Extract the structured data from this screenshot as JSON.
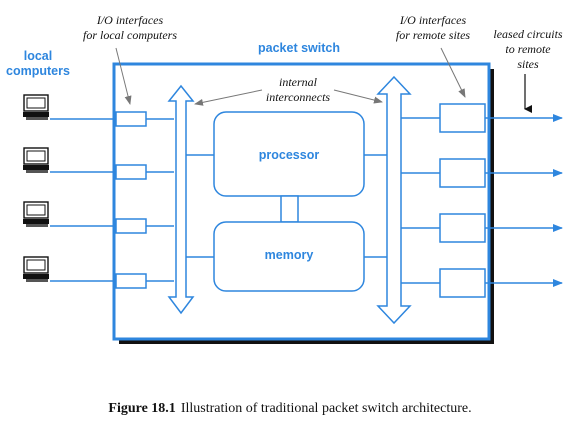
{
  "labels": {
    "local_computers_line1": "local",
    "local_computers_line2": "computers",
    "packet_switch": "packet switch",
    "io_local_line1": "I/O interfaces",
    "io_local_line2": "for local computers",
    "internal_line1": "internal",
    "internal_line2": "interconnects",
    "io_remote_line1": "I/O interfaces",
    "io_remote_line2": "for remote sites",
    "leased_line1": "leased circuits",
    "leased_line2": "to remote",
    "leased_line3": "sites",
    "processor": "processor",
    "memory": "memory"
  },
  "caption": {
    "number": "Figure 18.1",
    "text": "Illustration of traditional packet switch architecture."
  },
  "colors": {
    "blue": "#2e86de",
    "black": "#111111"
  }
}
